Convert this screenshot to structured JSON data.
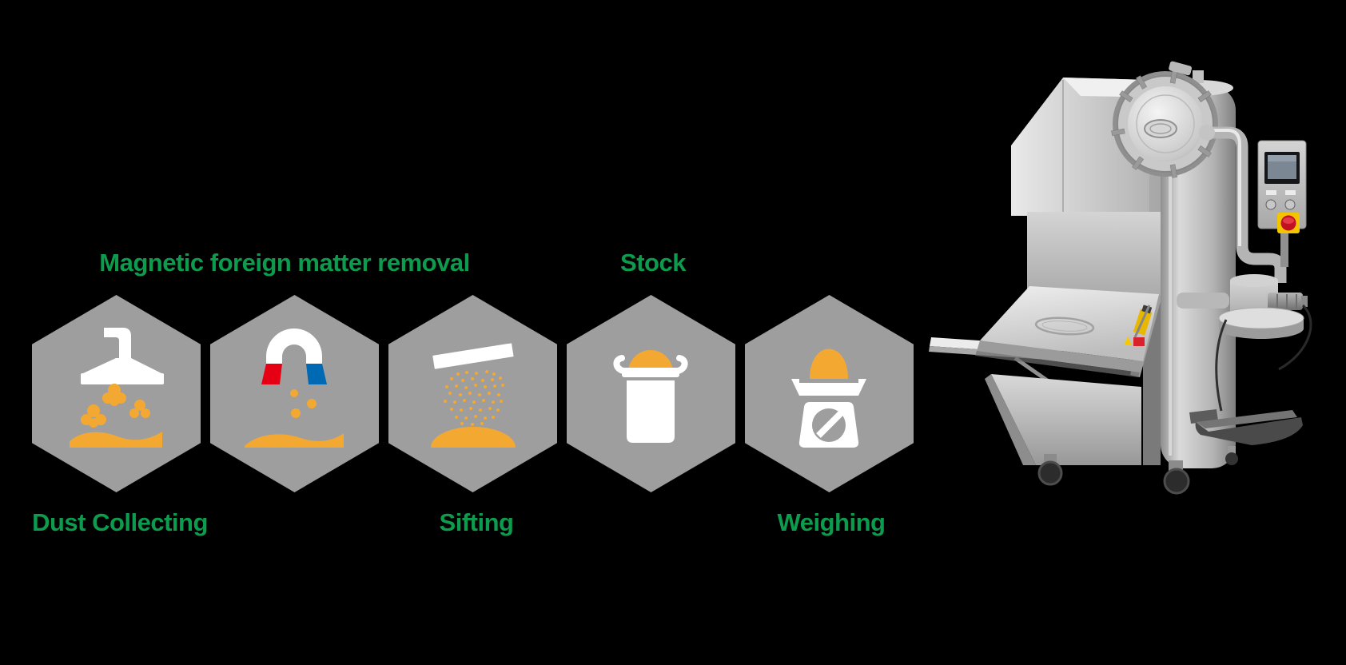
{
  "page": {
    "background_color": "#000000"
  },
  "flow": {
    "hexagon_color": "#9e9e9f",
    "label_color": "#0d9b4d",
    "icon_palette": {
      "white": "#ffffff",
      "orange": "#f3a832",
      "magnet_red": "#e60013",
      "magnet_blue": "#0069b4"
    },
    "steps": [
      {
        "id": "dust-collecting",
        "label": "Dust Collecting",
        "label_position": "bottom",
        "icon": "dust-collector-hood-icon"
      },
      {
        "id": "magnetic-removal",
        "label": "Magnetic foreign matter removal",
        "label_position": "top",
        "icon": "horseshoe-magnet-icon"
      },
      {
        "id": "sifting",
        "label": "Sifting",
        "label_position": "bottom",
        "icon": "sieve-icon"
      },
      {
        "id": "stock",
        "label": "Stock",
        "label_position": "top",
        "icon": "stock-pot-icon"
      },
      {
        "id": "weighing",
        "label": "Weighing",
        "label_position": "bottom",
        "icon": "weighing-scale-icon"
      }
    ]
  },
  "machine": {
    "alt": "stainless steel sifting machine photo"
  }
}
